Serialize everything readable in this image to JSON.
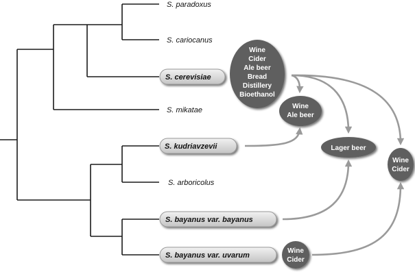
{
  "species": [
    {
      "id": "paradoxus",
      "label": "S. paradoxus",
      "highlighted": false
    },
    {
      "id": "cariocanus",
      "label": "S. cariocanus",
      "highlighted": false
    },
    {
      "id": "cerevisiae",
      "label": "S. cerevisiae",
      "highlighted": true
    },
    {
      "id": "mikatae",
      "label": "S. mikatae",
      "highlighted": false
    },
    {
      "id": "kudriavzevii",
      "label": "S. kudriavzevii",
      "highlighted": true
    },
    {
      "id": "arboricolus",
      "label": "S. arboricolus",
      "highlighted": false
    },
    {
      "id": "bayanus",
      "label": "S. bayanus var. bayanus",
      "highlighted": true
    },
    {
      "id": "uvarum",
      "label": "S. bayanus var. uvarum",
      "highlighted": true
    }
  ],
  "products": {
    "cerevisiae_uses": [
      "Wine",
      "Cider",
      "Ale beer",
      "Bread",
      "Distillery",
      "Bioethanol"
    ],
    "wine_ale": [
      "Wine",
      "Ale beer"
    ],
    "lager": [
      "Lager beer"
    ],
    "wine_cider_right": [
      "Wine",
      "Cider"
    ],
    "uvarum_uses": [
      "Wine",
      "Cider"
    ]
  },
  "colors": {
    "ellipse_fill": "#5e5e5e",
    "arrow": "#9a9a9a",
    "tree": "#1a1a1a",
    "highlight_pill": "#d8d8d8"
  }
}
